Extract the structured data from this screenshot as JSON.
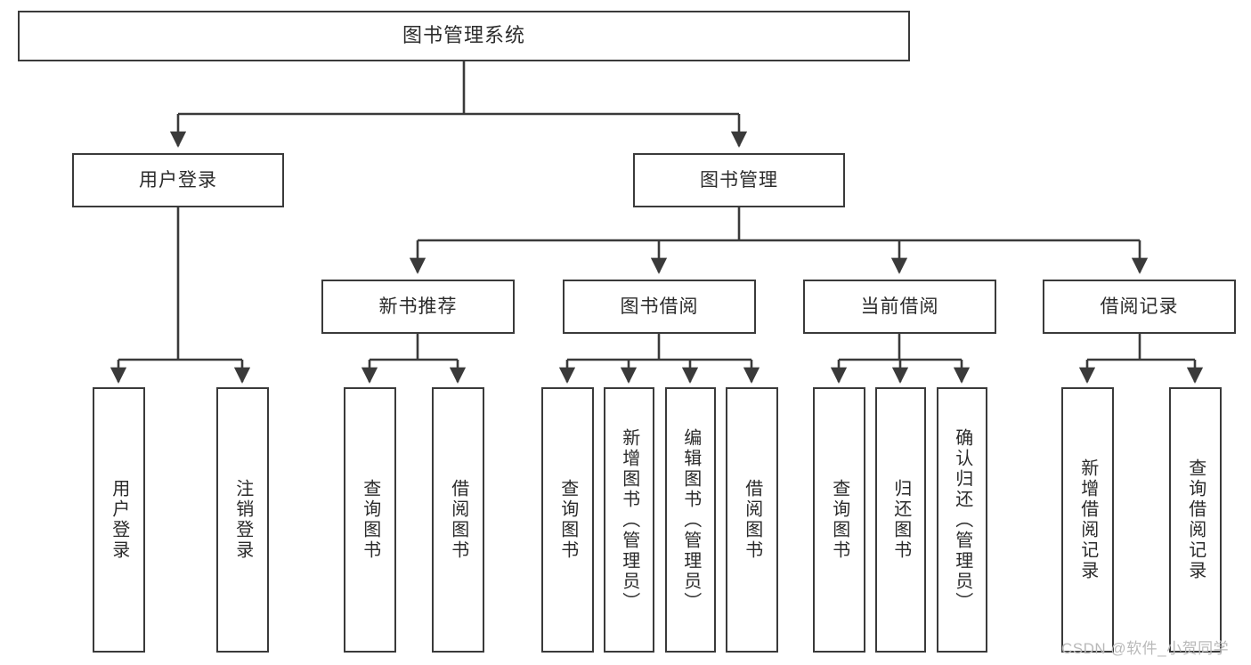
{
  "diagram": {
    "type": "tree-hierarchy-chart",
    "title": "图书管理系统",
    "watermark": "CSDN @软件_小贺同学",
    "colors": {
      "stroke": "#3a3a3a",
      "fill": "#ffffff",
      "text": "#2b2b2b",
      "watermark": "#b9b9b9"
    },
    "nodes": {
      "root": {
        "label": "图书管理系统"
      },
      "level2": [
        {
          "label": "用户登录"
        },
        {
          "label": "图书管理"
        }
      ],
      "level3": [
        {
          "label": "新书推荐"
        },
        {
          "label": "图书借阅"
        },
        {
          "label": "当前借阅"
        },
        {
          "label": "借阅记录"
        }
      ],
      "leaves": {
        "user_login": [
          {
            "label": "用户登录"
          },
          {
            "label": "注销登录"
          }
        ],
        "new_book_recommend": [
          {
            "label": "查询图书"
          },
          {
            "label": "借阅图书"
          }
        ],
        "book_borrow": [
          {
            "label": "查询图书"
          },
          {
            "label": "新增图书（管理员）"
          },
          {
            "label": "编辑图书（管理员）"
          },
          {
            "label": "借阅图书"
          }
        ],
        "current_borrow": [
          {
            "label": "查询图书"
          },
          {
            "label": "归还图书"
          },
          {
            "label": "确认归还（管理员）"
          }
        ],
        "borrow_record": [
          {
            "label": "新增借阅记录"
          },
          {
            "label": "查询借阅记录"
          }
        ]
      }
    }
  }
}
